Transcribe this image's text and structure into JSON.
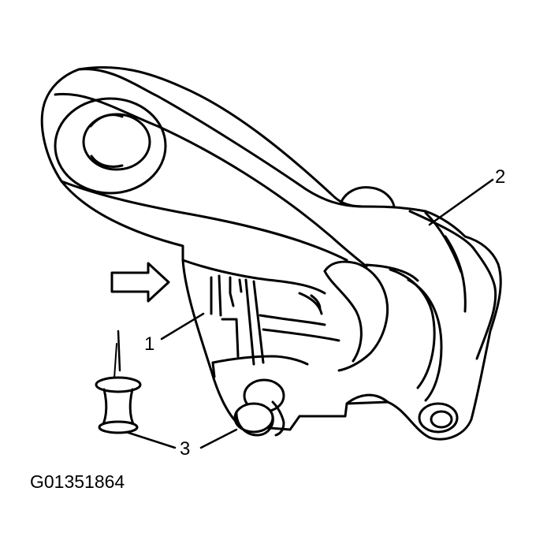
{
  "figure": {
    "callouts": {
      "one": "1",
      "two": "2",
      "three": "3"
    },
    "figure_id": "G01351864",
    "icons": [
      "arrow-right-icon",
      "pushpin-icon"
    ],
    "line_color": "#000000",
    "background": "#ffffff"
  }
}
